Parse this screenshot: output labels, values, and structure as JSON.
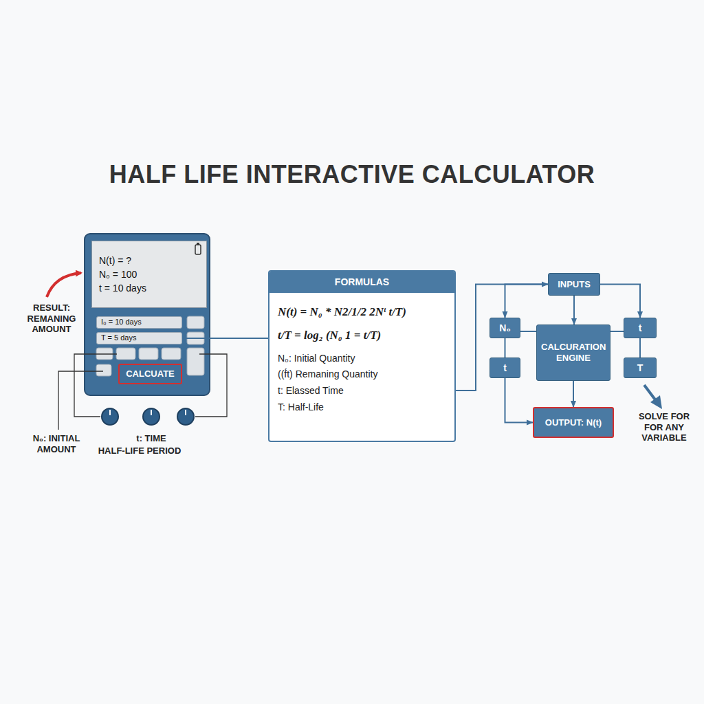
{
  "diagram": {
    "title": "HALF LIFE INTERACTIVE CALCULATOR",
    "nodes": [
      {
        "text": [
          "N(t) = ?",
          "N₀ = 100",
          "t = 10 days"
        ]
      },
      {
        "text": [
          "I₀ = 10 days"
        ]
      },
      {
        "text": [
          "T = 5 days"
        ]
      },
      {
        "text": [
          "CALCUATE"
        ]
      },
      {
        "text": [
          "FORMULAS",
          "N(t) = N₀ * N2/1/2 2Nᵗ t/T)",
          "t/T = log₂ (N₀ 1 = t/T)",
          "N₀: Initial Quantity",
          "((f́t) Remaning Quantity",
          "t: Elassed Time",
          "T: Half-Life"
        ]
      },
      {
        "text": [
          "INPUTS"
        ]
      },
      {
        "text": [
          "N₀"
        ]
      },
      {
        "text": [
          "t"
        ]
      },
      {
        "text": [
          "CALCURATION ENGINE"
        ]
      },
      {
        "text": [
          "t"
        ]
      },
      {
        "text": [
          "T"
        ]
      },
      {
        "text": [
          "OUTPUT: N(t)"
        ]
      }
    ],
    "edges": [
      {
        "from": 4,
        "to": 5,
        "arrow": "to"
      },
      {
        "from": 5,
        "to": 6,
        "arrow": "to"
      },
      {
        "from": 5,
        "to": 7,
        "arrow": "to"
      },
      {
        "from": 5,
        "to": 8,
        "arrow": "to"
      },
      {
        "from": 6,
        "to": 8,
        "arrow": "none"
      },
      {
        "from": 7,
        "to": 8,
        "arrow": "none"
      },
      {
        "from": 6,
        "to": 9,
        "arrow": "none"
      },
      {
        "from": 9,
        "to": 11,
        "arrow": "to"
      },
      {
        "from": 8,
        "to": 11,
        "arrow": "to"
      },
      {
        "from": 7,
        "to": 10,
        "arrow": "none"
      },
      {
        "from": 2,
        "to": 4,
        "arrow": "none"
      }
    ],
    "labels": [
      "RESULT: REMANING AMOUNT",
      "N₀: INITIAL AMOUNT",
      "t: TIME",
      "HALF-LIFE PERIOD",
      "SOLVE FOR FOR ANY VARIABLE"
    ]
  }
}
